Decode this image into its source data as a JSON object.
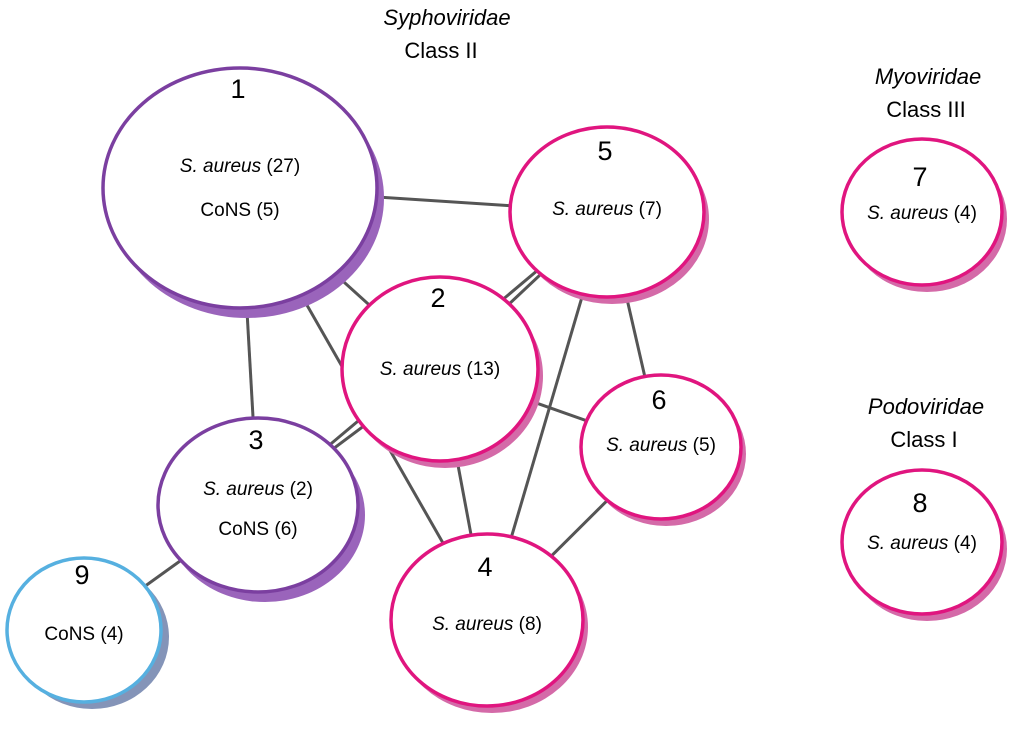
{
  "groups": [
    {
      "family": "Syphoviridae",
      "class": "Class II"
    },
    {
      "family": "Myoviridae",
      "class": "Class III"
    },
    {
      "family": "Podoviridae",
      "class": "Class I"
    }
  ],
  "colors": {
    "purple": "#7b3fa0",
    "purple_shadow": "#9a64bb",
    "pink": "#e0157f",
    "pink_shadow": "#d46aa8",
    "blue": "#56b0e0",
    "blue_shadow": "#8494b8",
    "edge": "#555555"
  },
  "nodes": [
    {
      "id": "1",
      "color": "purple",
      "lines": [
        {
          "species": "S. aureus",
          "count": "(27)"
        },
        {
          "species": "CoNS",
          "count": "(5)"
        }
      ]
    },
    {
      "id": "2",
      "color": "pink",
      "lines": [
        {
          "species": "S. aureus",
          "count": "(13)"
        }
      ]
    },
    {
      "id": "3",
      "color": "purple",
      "lines": [
        {
          "species": "S. aureus",
          "count": "(2)"
        },
        {
          "species": "CoNS",
          "count": "(6)"
        }
      ]
    },
    {
      "id": "4",
      "color": "pink",
      "lines": [
        {
          "species": "S. aureus",
          "count": "(8)"
        }
      ]
    },
    {
      "id": "5",
      "color": "pink",
      "lines": [
        {
          "species": "S. aureus",
          "count": "(7)"
        }
      ]
    },
    {
      "id": "6",
      "color": "pink",
      "lines": [
        {
          "species": "S. aureus",
          "count": "(5)"
        }
      ]
    },
    {
      "id": "7",
      "color": "pink",
      "lines": [
        {
          "species": "S. aureus",
          "count": "(4)"
        }
      ]
    },
    {
      "id": "8",
      "color": "pink",
      "lines": [
        {
          "species": "S. aureus",
          "count": "(4)"
        }
      ]
    },
    {
      "id": "9",
      "color": "blue",
      "lines": [
        {
          "species": "CoNS",
          "count": "(4)"
        }
      ]
    }
  ],
  "edges": [
    [
      "1",
      "5"
    ],
    [
      "1",
      "2"
    ],
    [
      "1",
      "3"
    ],
    [
      "1",
      "4"
    ],
    [
      "3",
      "5"
    ],
    [
      "2",
      "5"
    ],
    [
      "4",
      "5"
    ],
    [
      "5",
      "6"
    ],
    [
      "2",
      "3"
    ],
    [
      "2",
      "4"
    ],
    [
      "2",
      "6"
    ],
    [
      "4",
      "6"
    ],
    [
      "3",
      "9"
    ]
  ]
}
